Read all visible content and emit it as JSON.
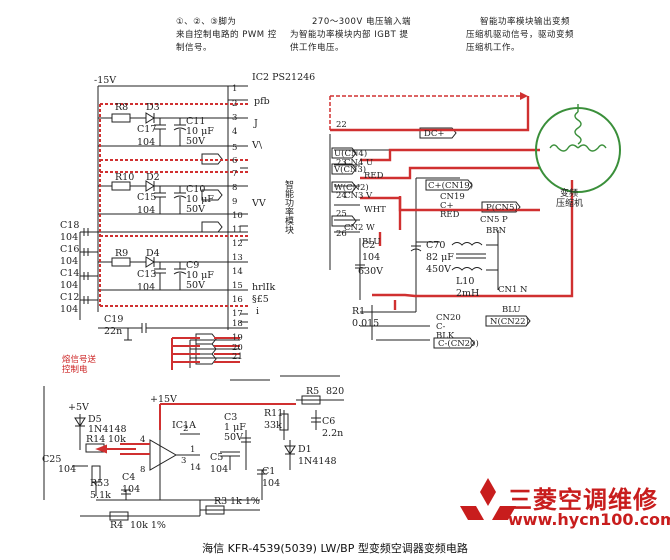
{
  "notes": {
    "pwm_line1": "①、②、③脚为",
    "pwm_line2": "来自控制电路的 PWM 控",
    "pwm_line3": "制信号。",
    "input_line1": "270～300V 电压输入端",
    "input_line2": "为智能功率模块内部 IGBT 提",
    "input_line3": "供工作电压。",
    "output_line1": "智能功率模块输出变频",
    "output_line2": "压缩机驱动信号，驱动变频",
    "output_line3": "压缩机工作。",
    "module_label": "智能功率模块",
    "signal_note": "熔信号送",
    "signal_note2": "控制电"
  },
  "ic": {
    "name": "IC2 PS21246",
    "pins_top": [
      "pfb",
      "J"
    ],
    "pin_v": "V\\",
    "pin_w": "VV",
    "pin_bottom": "hrlIk",
    "pin_bottom2": "§£5",
    "pin_bottom3": "i"
  },
  "supply": {
    "v_minus15": "-15V",
    "v_plus5": "+5V",
    "v_plus15": "+15V"
  },
  "components": {
    "R8": "R8",
    "D3": "D3",
    "C11": "C11",
    "C11v": "10 μF",
    "C11u": "50V",
    "C17": "C17",
    "C17v": "104",
    "R10": "R10",
    "D2": "D2",
    "C10": "C10",
    "C10v": "10 μF",
    "C10u": "50V",
    "C15": "C15",
    "C15v": "104",
    "R9": "R9",
    "D4": "D4",
    "C9": "C9",
    "C9v": "10 μF",
    "C9u": "50V",
    "C13": "C13",
    "C13v": "104",
    "C18": "C18",
    "C18v": "104",
    "C16": "C16",
    "C16v": "104",
    "C14": "C14",
    "C14v": "104",
    "C12": "C12",
    "C12v": "104",
    "C19": "C19",
    "C19v": "22n",
    "C2": "C2",
    "C2v": "104",
    "C2u": "630V",
    "C70": "C70",
    "C70v": "82 μF",
    "C70u": "450V",
    "L10": "L10",
    "L10v": "2mH",
    "R1": "R1",
    "R1v": "0.015",
    "D5": "D5",
    "D5v": "1N4148",
    "R14": "R14",
    "R14v": "10k",
    "C25": "C25",
    "C25v": "104",
    "R53": "R53",
    "R53v": "5.1k",
    "C4": "C4",
    "C4v": "104",
    "R4": "R4",
    "R4v": "10k 1%",
    "IC1A": "IC1A",
    "C3": "C3",
    "C3v": "1 μF",
    "C3u": "50V",
    "C5": "C5",
    "C5v": "104",
    "R11": "R11",
    "R11v": "33k",
    "C1": "C1",
    "C1v": "104",
    "D1": "D1",
    "D1v": "1N4148",
    "R5": "R5",
    "R5v": "820",
    "C6": "C6",
    "C6v": "2.2n",
    "R3": "R3",
    "R3v": "1k 1%"
  },
  "connectors": {
    "dc_plus": "DC+",
    "cn4": "U(CN4)",
    "cn3": "V(CN3)",
    "cn2": "W(CN2)",
    "cn4l": "CN4 U",
    "cn3l": "CN3 V",
    "cn2l": "CN2 W",
    "red": "RED",
    "wht": "WHT",
    "blu": "BLU",
    "blu2": "BLU",
    "cn19": "C+(CN19)",
    "cn19l": "CN19",
    "cn19c": "C+",
    "cn19r": "RED",
    "cn5": "P(CN5)",
    "cn5l": "CN5 P",
    "brn": "BRN",
    "cn1": "CN1 N",
    "cn20l": "CN20",
    "cn20c": "C-",
    "blk": "BLK",
    "cn22": "N(CN22)",
    "cn20": "C-(CN20)"
  },
  "pins": [
    "22",
    "23",
    "24",
    "25",
    "26",
    "1",
    "2",
    "3",
    "4",
    "5",
    "6",
    "7",
    "8",
    "9",
    "10",
    "11",
    "12",
    "13",
    "14",
    "15",
    "16",
    "17",
    "18",
    "19",
    "20",
    "21",
    "14",
    "4",
    "8",
    "2",
    "3",
    "1"
  ],
  "compressor": {
    "label1": "变频",
    "label2": "压缩机"
  },
  "watermark": {
    "brand": "三菱空调维修",
    "url": "www.hycn100.com"
  },
  "caption": "海信 KFR-4539(5039) LW/BP 型变频空调器变频电路"
}
